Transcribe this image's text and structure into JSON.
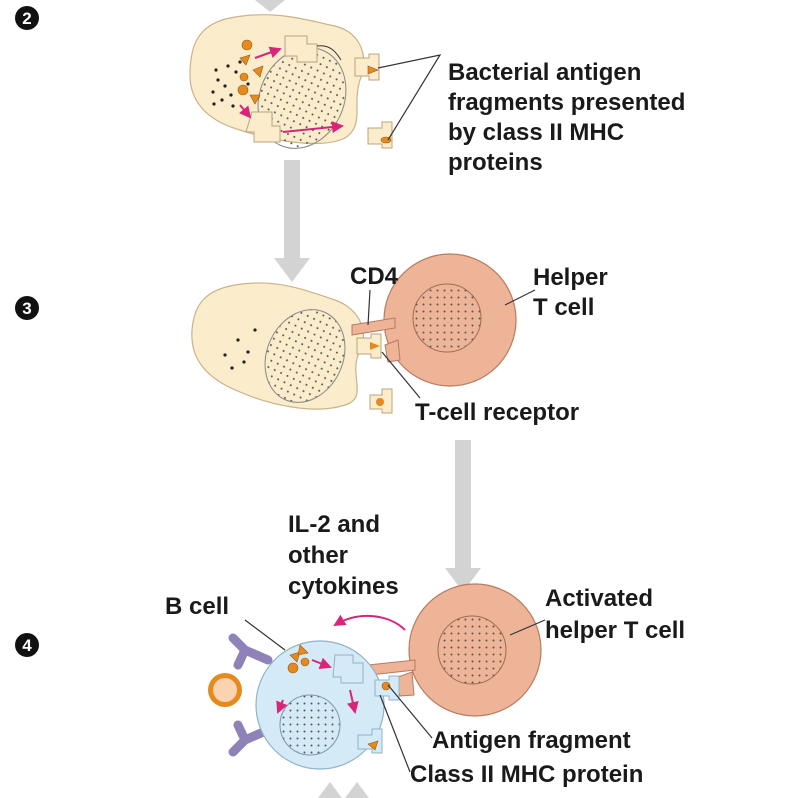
{
  "steps": [
    "2",
    "3",
    "4"
  ],
  "step2": {
    "label_lines": [
      "Bacterial antigen",
      "fragments presented",
      "by class II MHC",
      "proteins"
    ]
  },
  "step3": {
    "cd4": "CD4",
    "helper_lines": [
      "Helper",
      "T cell"
    ],
    "receptor": "T-cell receptor"
  },
  "step4": {
    "cytokine_lines": [
      "IL-2 and",
      "other",
      "cytokines"
    ],
    "b_cell": "B cell",
    "activated_lines": [
      "Activated",
      "helper T cell"
    ],
    "antigen_fragment": "Antigen fragment",
    "mhc_protein": "Class II MHC protein"
  },
  "colors": {
    "macrophage": "#fbeccb",
    "t_cell": "#eeb497",
    "b_cell": "#d4eaf7",
    "antigen": "#e68a1f",
    "arrow": "#d0d0d0",
    "pathway": "#d8257a",
    "antibody": "#8e82b8"
  }
}
